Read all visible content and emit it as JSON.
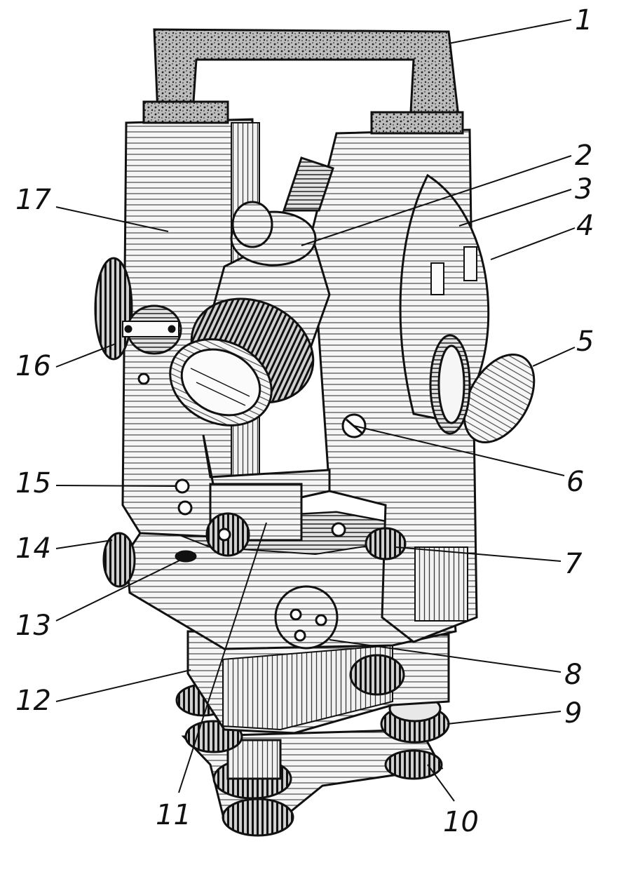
{
  "figure": {
    "callouts": [
      "1",
      "2",
      "3",
      "4",
      "5",
      "6",
      "7",
      "8",
      "9",
      "10",
      "11",
      "12",
      "13",
      "14",
      "15",
      "16",
      "17"
    ]
  },
  "colors": {
    "ink": "#111111",
    "paper": "#ffffff",
    "body": "#efefef",
    "texture": "#555555"
  }
}
